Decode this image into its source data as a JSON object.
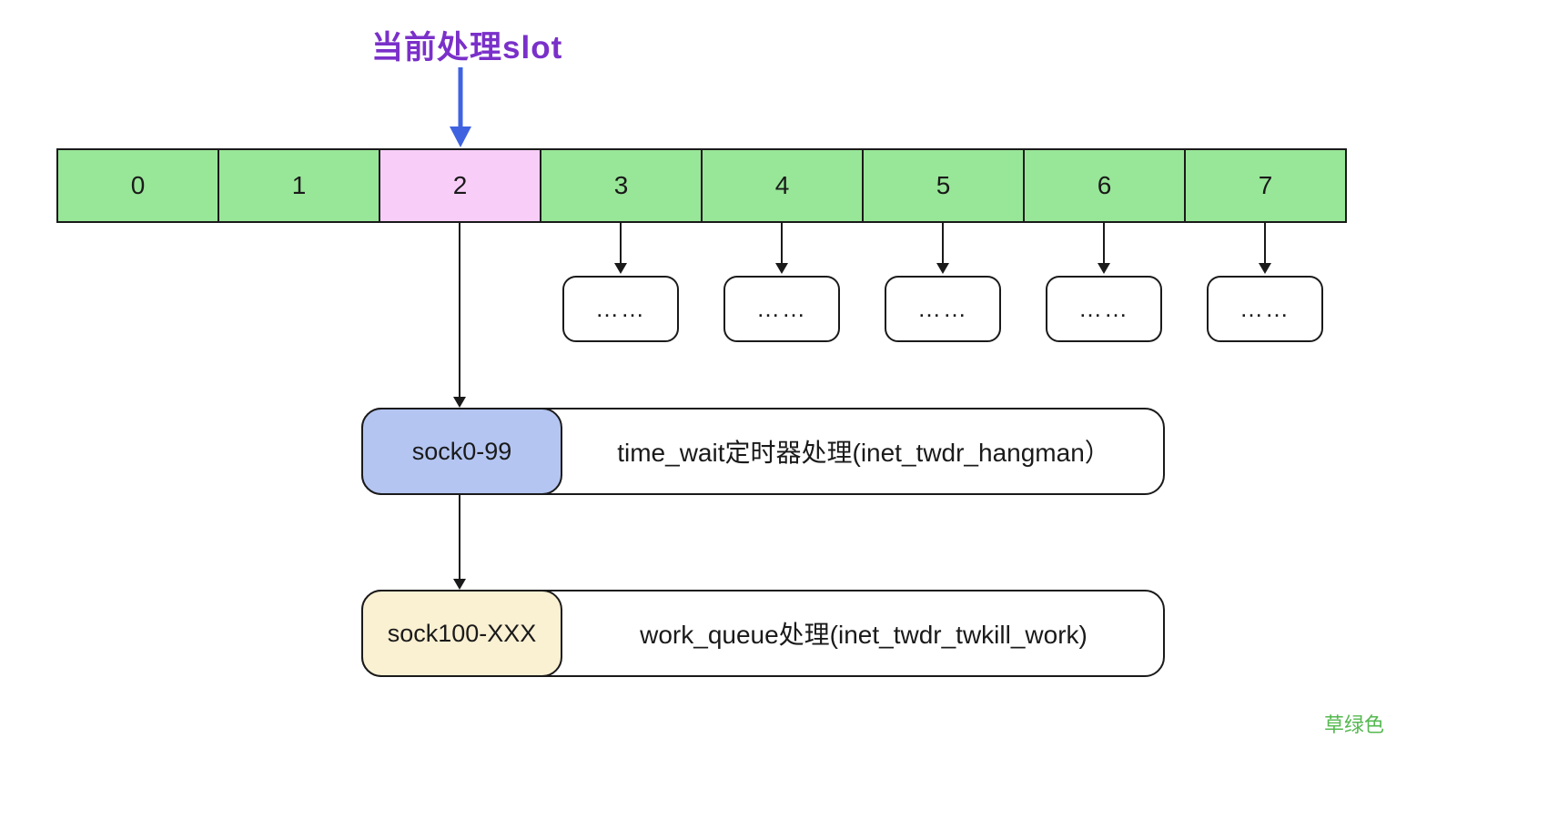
{
  "colors": {
    "ink": "#1a1a1a",
    "slot-green": "#98e698",
    "slot-pink": "#f8cef8",
    "tag-blue": "#b4c5f2",
    "tag-cream": "#faf0d2",
    "title-purple": "#7a30c9",
    "arrow-blue": "#3f63e0",
    "footnote-green": "#55b84f"
  },
  "title": {
    "label": "当前处理slot"
  },
  "slot_wheel": {
    "slots": [
      {
        "label": "0"
      },
      {
        "label": "1"
      },
      {
        "label": "2",
        "highlighted": true
      },
      {
        "label": "3"
      },
      {
        "label": "4"
      },
      {
        "label": "5"
      },
      {
        "label": "6"
      },
      {
        "label": "7"
      }
    ]
  },
  "ellipsis": {
    "label": "……"
  },
  "process_flow": {
    "steps": [
      {
        "tag": "sock0-99",
        "description": "time_wait定时器处理(inet_twdr_hangman）"
      },
      {
        "tag": "sock100-XXX",
        "description": "work_queue处理(inet_twdr_twkill_work)"
      }
    ]
  },
  "footnote": {
    "label": "草绿色"
  }
}
